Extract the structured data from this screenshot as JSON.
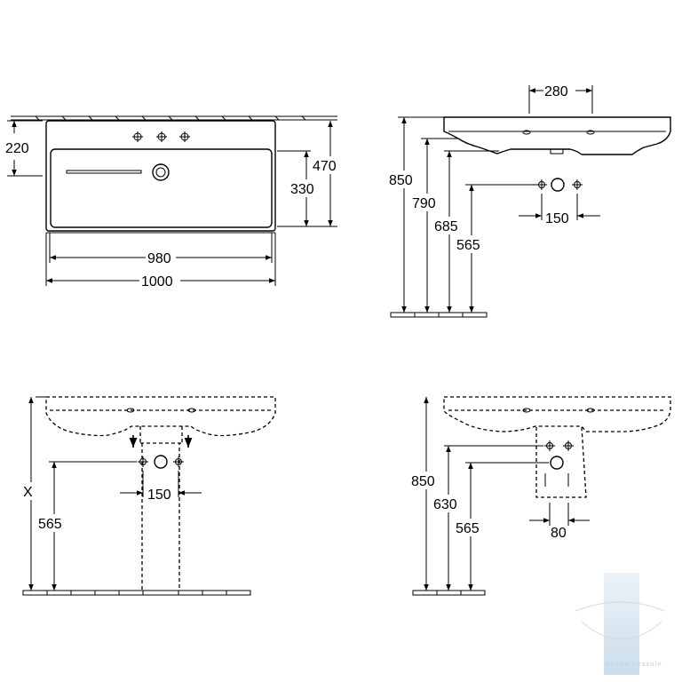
{
  "views": {
    "top": {
      "dims": {
        "depth_edge": "220",
        "height_total": "470",
        "height_basin": "330",
        "width_inner": "980",
        "width_total": "1000"
      }
    },
    "side": {
      "dims": {
        "tap_spacing_top": "280",
        "h_rim": "850",
        "h_underside": "790",
        "h_trap": "685",
        "h_waste": "565",
        "tap_spacing": "150"
      }
    },
    "front_pedestal": {
      "dims": {
        "variable": "X",
        "h_waste": "565",
        "tap_spacing": "150"
      }
    },
    "side_semi_pedestal": {
      "dims": {
        "h_rim": "850",
        "h_semi": "630",
        "h_waste": "565",
        "offset": "80"
      }
    }
  },
  "watermark": {
    "text": "vennu pessule"
  }
}
